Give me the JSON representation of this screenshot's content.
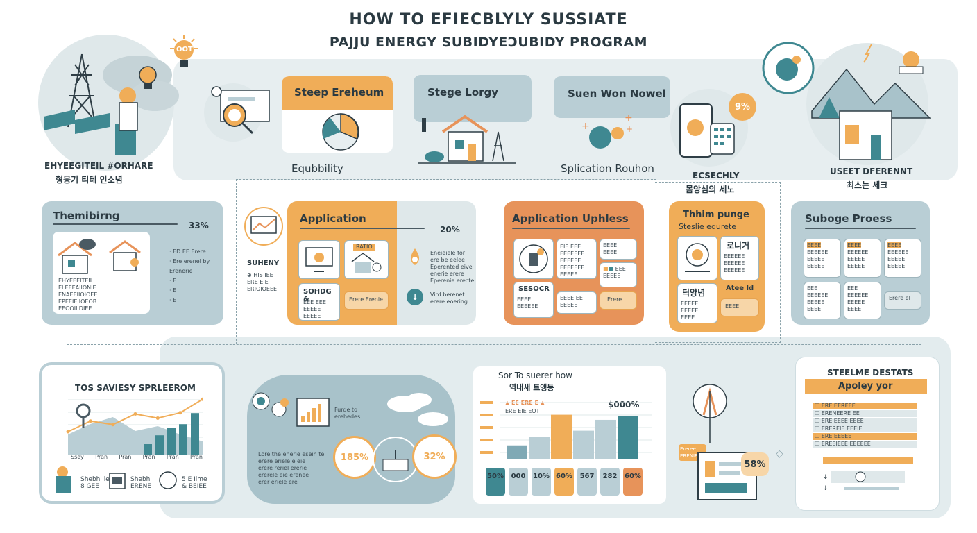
{
  "header": {
    "title": "HOW TO EFIECBLYLY SUSSIATE",
    "subtitle": "PAJJU ENERGY SUBIDYEƆUBIDY PROGRAM"
  },
  "top_row": {
    "left_caption_en": "EHYEEGITEIL #ORHARE",
    "left_caption_ko": "형몽기 티테 인소념",
    "bulb_badge": "OOT",
    "step1_title": "Steep Ereheum",
    "step1_caption": "Equbbility",
    "step2_title": "Stege Lorgy",
    "step3_title": "Suen Won Nowel",
    "step3_caption": "Splication Rouhon",
    "phone_caption_en": "ECSECHLY",
    "phone_caption_ko": "몸앙심의 세노",
    "phone_badge": "9%",
    "right_caption_en": "USEET DFERENNT",
    "right_caption_ko": "최스는 세크"
  },
  "middle_row": {
    "card1_title": "Themibirng",
    "card1_pct": "33%",
    "card1_text": [
      "EHYEEEITEIL",
      "ELEEEAIIONIE",
      "ENAEEIIOIOEE",
      "EPEEIEIIOEOB",
      "EEOOIIIDIEE"
    ],
    "card1_list": [
      "· ED EE Erere",
      "· Ere erenel by",
      "Erenerie",
      "· E",
      "· E",
      "· E"
    ],
    "sub_label": "SUHENY",
    "sub_text": [
      "⊕ HIS IEE",
      "ERE EIE",
      "ERIOIOEEE"
    ],
    "card2_title": "Application",
    "card2_pct": "20%",
    "card2_tile1": "RATIO",
    "card2_tile2": "SOHDG &",
    "card2_btn": "Erere Erenie",
    "card2_side_text": [
      "Eneieiele for",
      "ere be eelee",
      "Eperented eive",
      "enerie erere",
      "Eperenie erecte"
    ],
    "card2_side_text2": [
      "Vird berenet",
      "erere eoering"
    ],
    "card3_title": "Application Uphless",
    "card3_tile1": "SESOCR",
    "card3_btn": "Erere",
    "card4_title": "Thhim punge",
    "card4_subtitle": "Steslie edurete",
    "card4_tile1": "로니거",
    "card4_tile2": "딕양념",
    "card4_tile3": "Atee ld",
    "card5_title": "Suboge Proess",
    "card5_btn": "Erere el"
  },
  "bottom_row": {
    "chart_title": "TOS SAVIESY SPRLEEROM",
    "chart_x_labels": [
      "Ssey",
      "Pran",
      "Pran",
      "Pran",
      "Pran",
      "Pran"
    ],
    "chart_values_line": [
      40,
      58,
      52,
      70,
      63,
      72,
      95
    ],
    "chart_values_area": [
      30,
      45,
      55,
      35,
      42,
      30,
      20
    ],
    "chart_bars": [
      10,
      18,
      25,
      28,
      38
    ],
    "icon_labels": [
      "Shebh lie\n8 GEE",
      "Shebh\nERENE",
      "5 E Ilme\n& BEIEE"
    ],
    "cloud_text": "Furde to\nerehedes",
    "cloud_badge1": "185%",
    "cloud_badge2": "32%",
    "cloud_list": "Lore the enerie eseih te\nerere eriele e eie\nerere reriel ererie\nererele eie erenee\nerer eriele ere",
    "bar_title_en": "Sor To suerer how",
    "bar_title_ko": "역내새 트앵동",
    "bar_legend": "▲ EE ERE E ▲",
    "bar_legend2": "ERE EIE EOT",
    "bar_value_label": "$000%",
    "bar_values": [
      22,
      35,
      70,
      45,
      62,
      68
    ],
    "bar_colors": [
      "#7fa9b5",
      "#b9ced5",
      "#f0ad58",
      "#b9ced5",
      "#b9ced5",
      "#3f8891"
    ],
    "bar_tiles": [
      "50%",
      "000",
      "10%",
      "60%",
      "567",
      "282",
      "60%"
    ],
    "tablet_badge": "58%",
    "tablet_label": "Ereree\nERENIE",
    "doc_title": "STEELME DESTATS",
    "doc_banner": "Apoley yor",
    "doc_lines": [
      "☐ ERE EEREEE",
      "☐ ERENEERE EE",
      "☐ EREIEEEE EEEE",
      "☐ EREREIE EEEIE",
      "☐ ERE EEEEE",
      "☐ EREEIEEE EEEEEE"
    ]
  }
}
